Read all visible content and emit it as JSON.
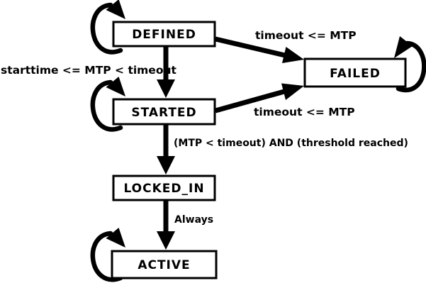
{
  "diagram": {
    "type": "state-machine",
    "background_color": "#ffffff",
    "stroke_color": "#000000",
    "nodes": [
      {
        "id": "defined",
        "label": "DEFINED",
        "self_loop": true
      },
      {
        "id": "failed",
        "label": "FAILED",
        "self_loop": true
      },
      {
        "id": "started",
        "label": "STARTED",
        "self_loop": true
      },
      {
        "id": "locked_in",
        "label": "LOCKED_IN",
        "self_loop": false
      },
      {
        "id": "active",
        "label": "ACTIVE",
        "self_loop": true
      }
    ],
    "edges": [
      {
        "from": "DEFINED",
        "to": "FAILED",
        "label": "timeout <= MTP"
      },
      {
        "from": "DEFINED",
        "to": "STARTED",
        "label": "starttime <= MTP < timeout"
      },
      {
        "from": "STARTED",
        "to": "FAILED",
        "label": "timeout <= MTP"
      },
      {
        "from": "STARTED",
        "to": "LOCKED_IN",
        "label": "(MTP < timeout) AND (threshold reached)"
      },
      {
        "from": "LOCKED_IN",
        "to": "ACTIVE",
        "label": "Always"
      }
    ],
    "self_loops": [
      "DEFINED",
      "FAILED",
      "STARTED",
      "ACTIVE"
    ]
  }
}
